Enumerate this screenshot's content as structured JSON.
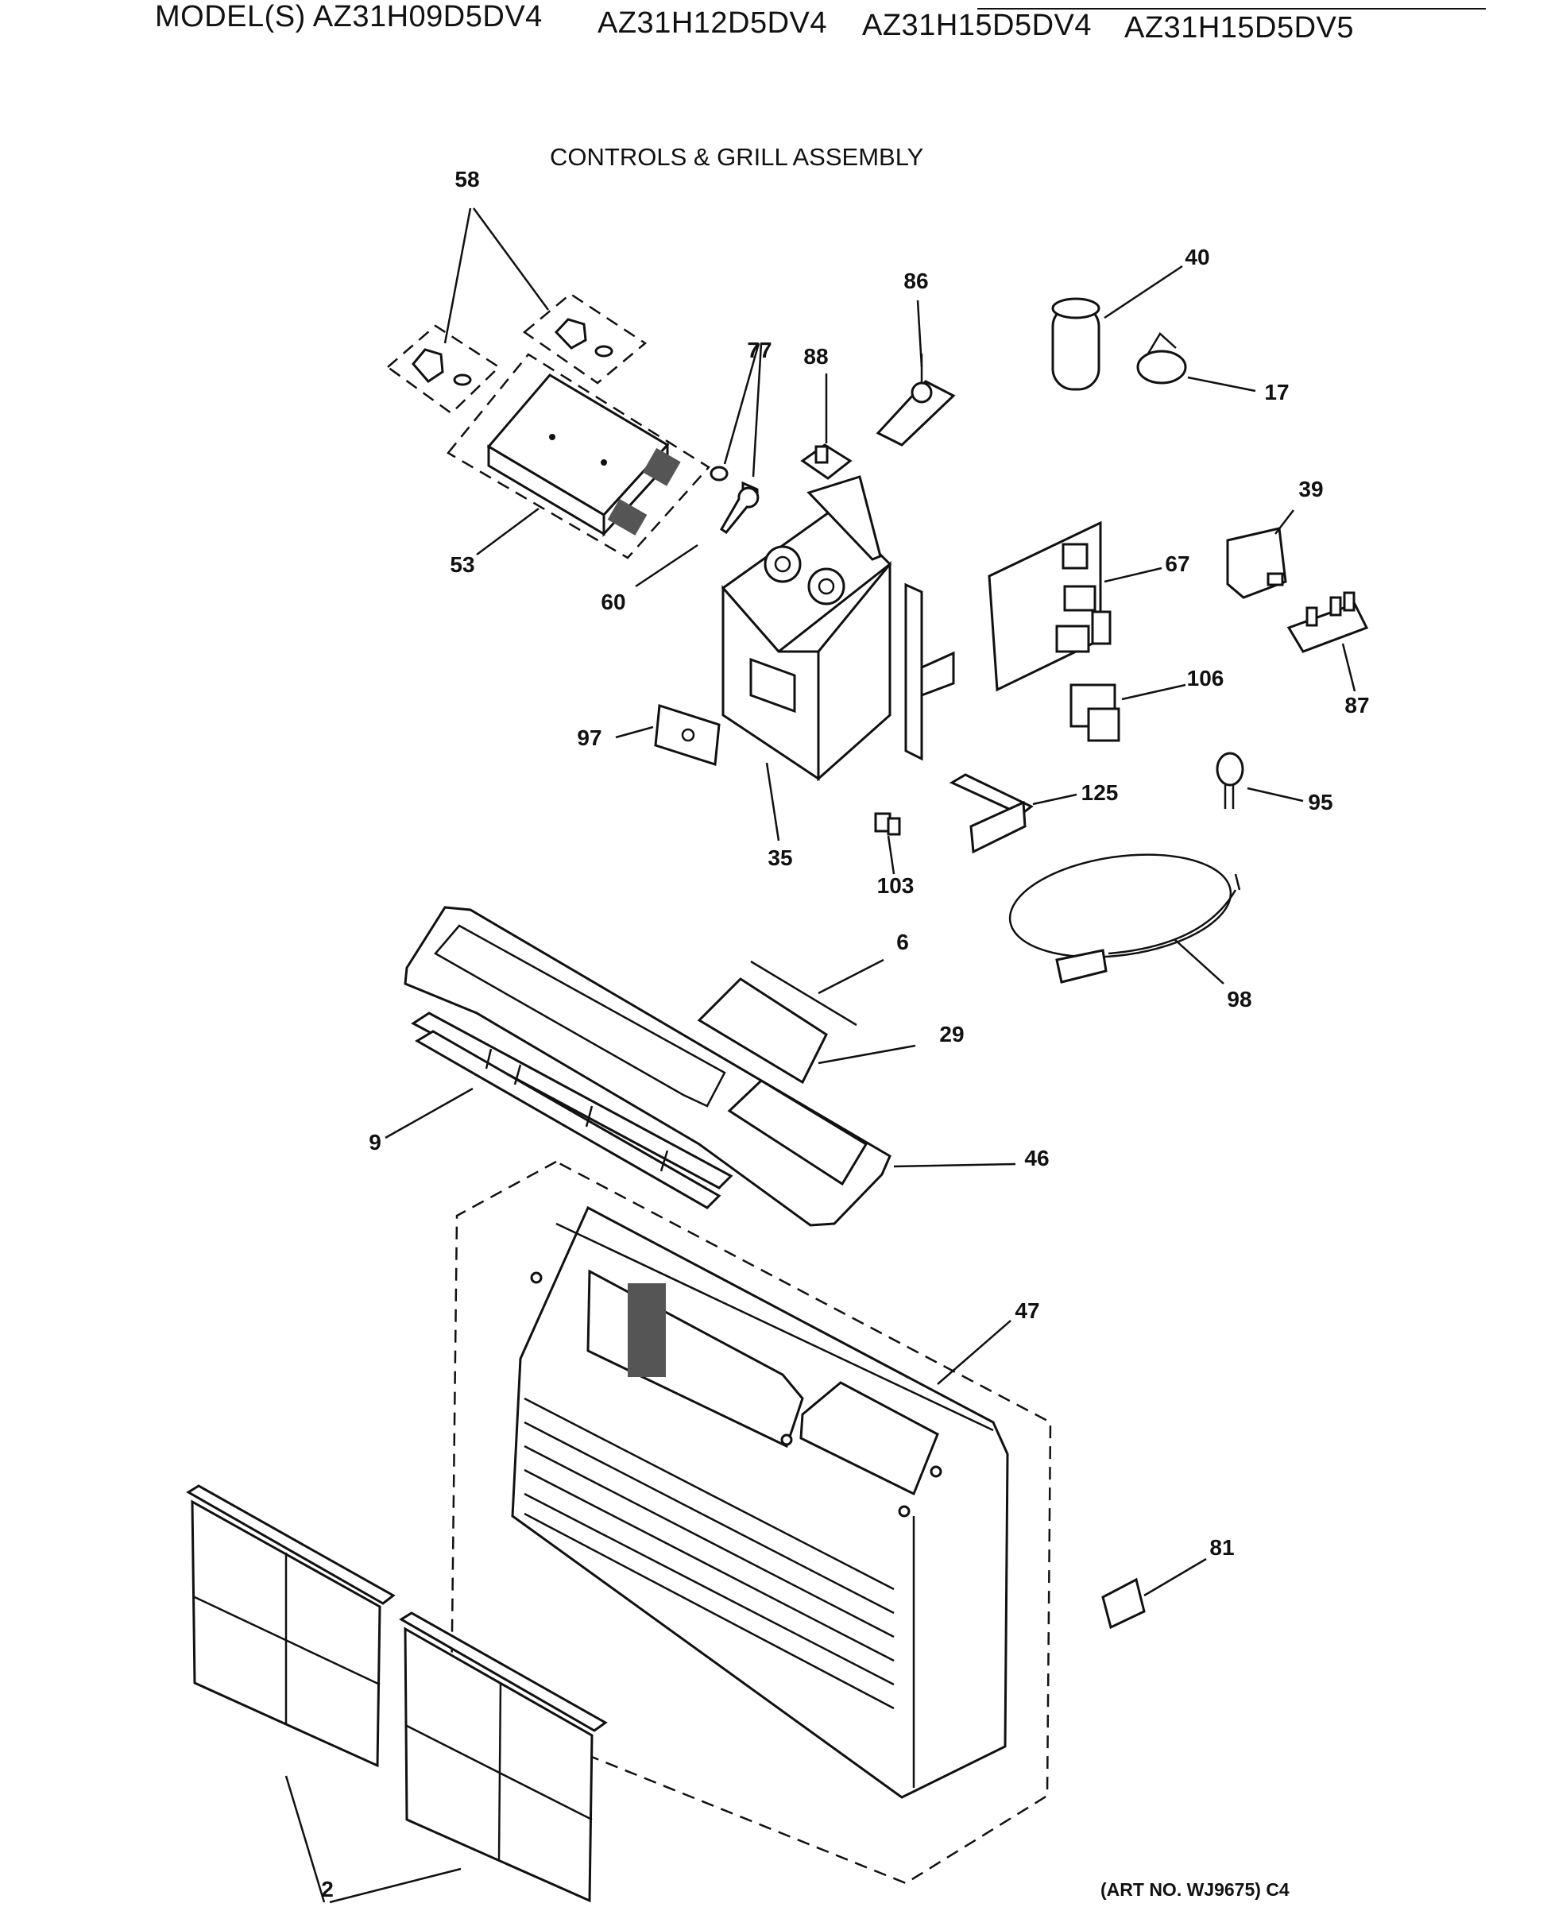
{
  "header": {
    "models_prefix": "MODEL(S)",
    "models": [
      "AZ31H09D5DV4",
      "AZ31H12D5DV4",
      "AZ31H15D5DV4",
      "AZ31H15D5DV5"
    ]
  },
  "diagram": {
    "title": "CONTROLS & GRILL ASSEMBLY",
    "art_no": "(ART NO. WJ9675) C4",
    "callouts": [
      "58",
      "77",
      "88",
      "86",
      "40",
      "17",
      "39",
      "67",
      "87",
      "53",
      "60",
      "106",
      "97",
      "35",
      "125",
      "95",
      "103",
      "6",
      "98",
      "29",
      "9",
      "46",
      "47",
      "81",
      "2"
    ]
  }
}
